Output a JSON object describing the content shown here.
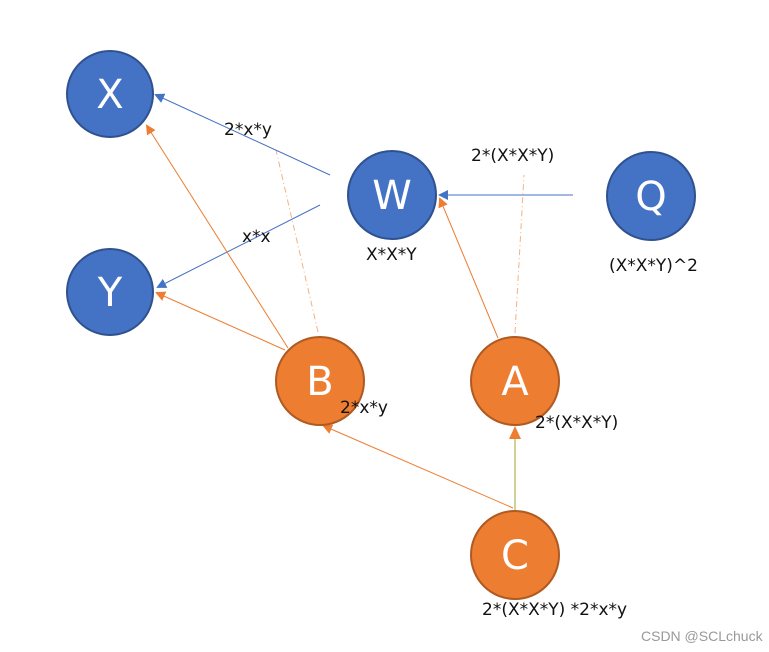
{
  "nodes": {
    "X": {
      "label": "X",
      "color": "#4472C4"
    },
    "Y": {
      "label": "Y",
      "color": "#4472C4"
    },
    "W": {
      "label": "W",
      "color": "#4472C4"
    },
    "Q": {
      "label": "Q",
      "color": "#4472C4"
    },
    "B": {
      "label": "B",
      "color": "#ED7D31"
    },
    "A": {
      "label": "A",
      "color": "#ED7D31"
    },
    "C": {
      "label": "C",
      "color": "#ED7D31"
    }
  },
  "node_labels": {
    "W": "X*X*Y",
    "Q": "(X*X*Y)^2",
    "B": "2*x*y",
    "A": "2*(X*X*Y)",
    "C": "2*(X*X*Y) *2*x*y"
  },
  "edge_labels": {
    "W_to_X": "2*x*y",
    "W_to_Y": "x*x",
    "Q_to_W": "2*(X*X*Y)"
  },
  "colors": {
    "forward_edge": "#4472C4",
    "backward_edge": "#ED7D31",
    "c_to_a_edge": "#A3A033"
  },
  "watermark": "CSDN @SCLchuck"
}
